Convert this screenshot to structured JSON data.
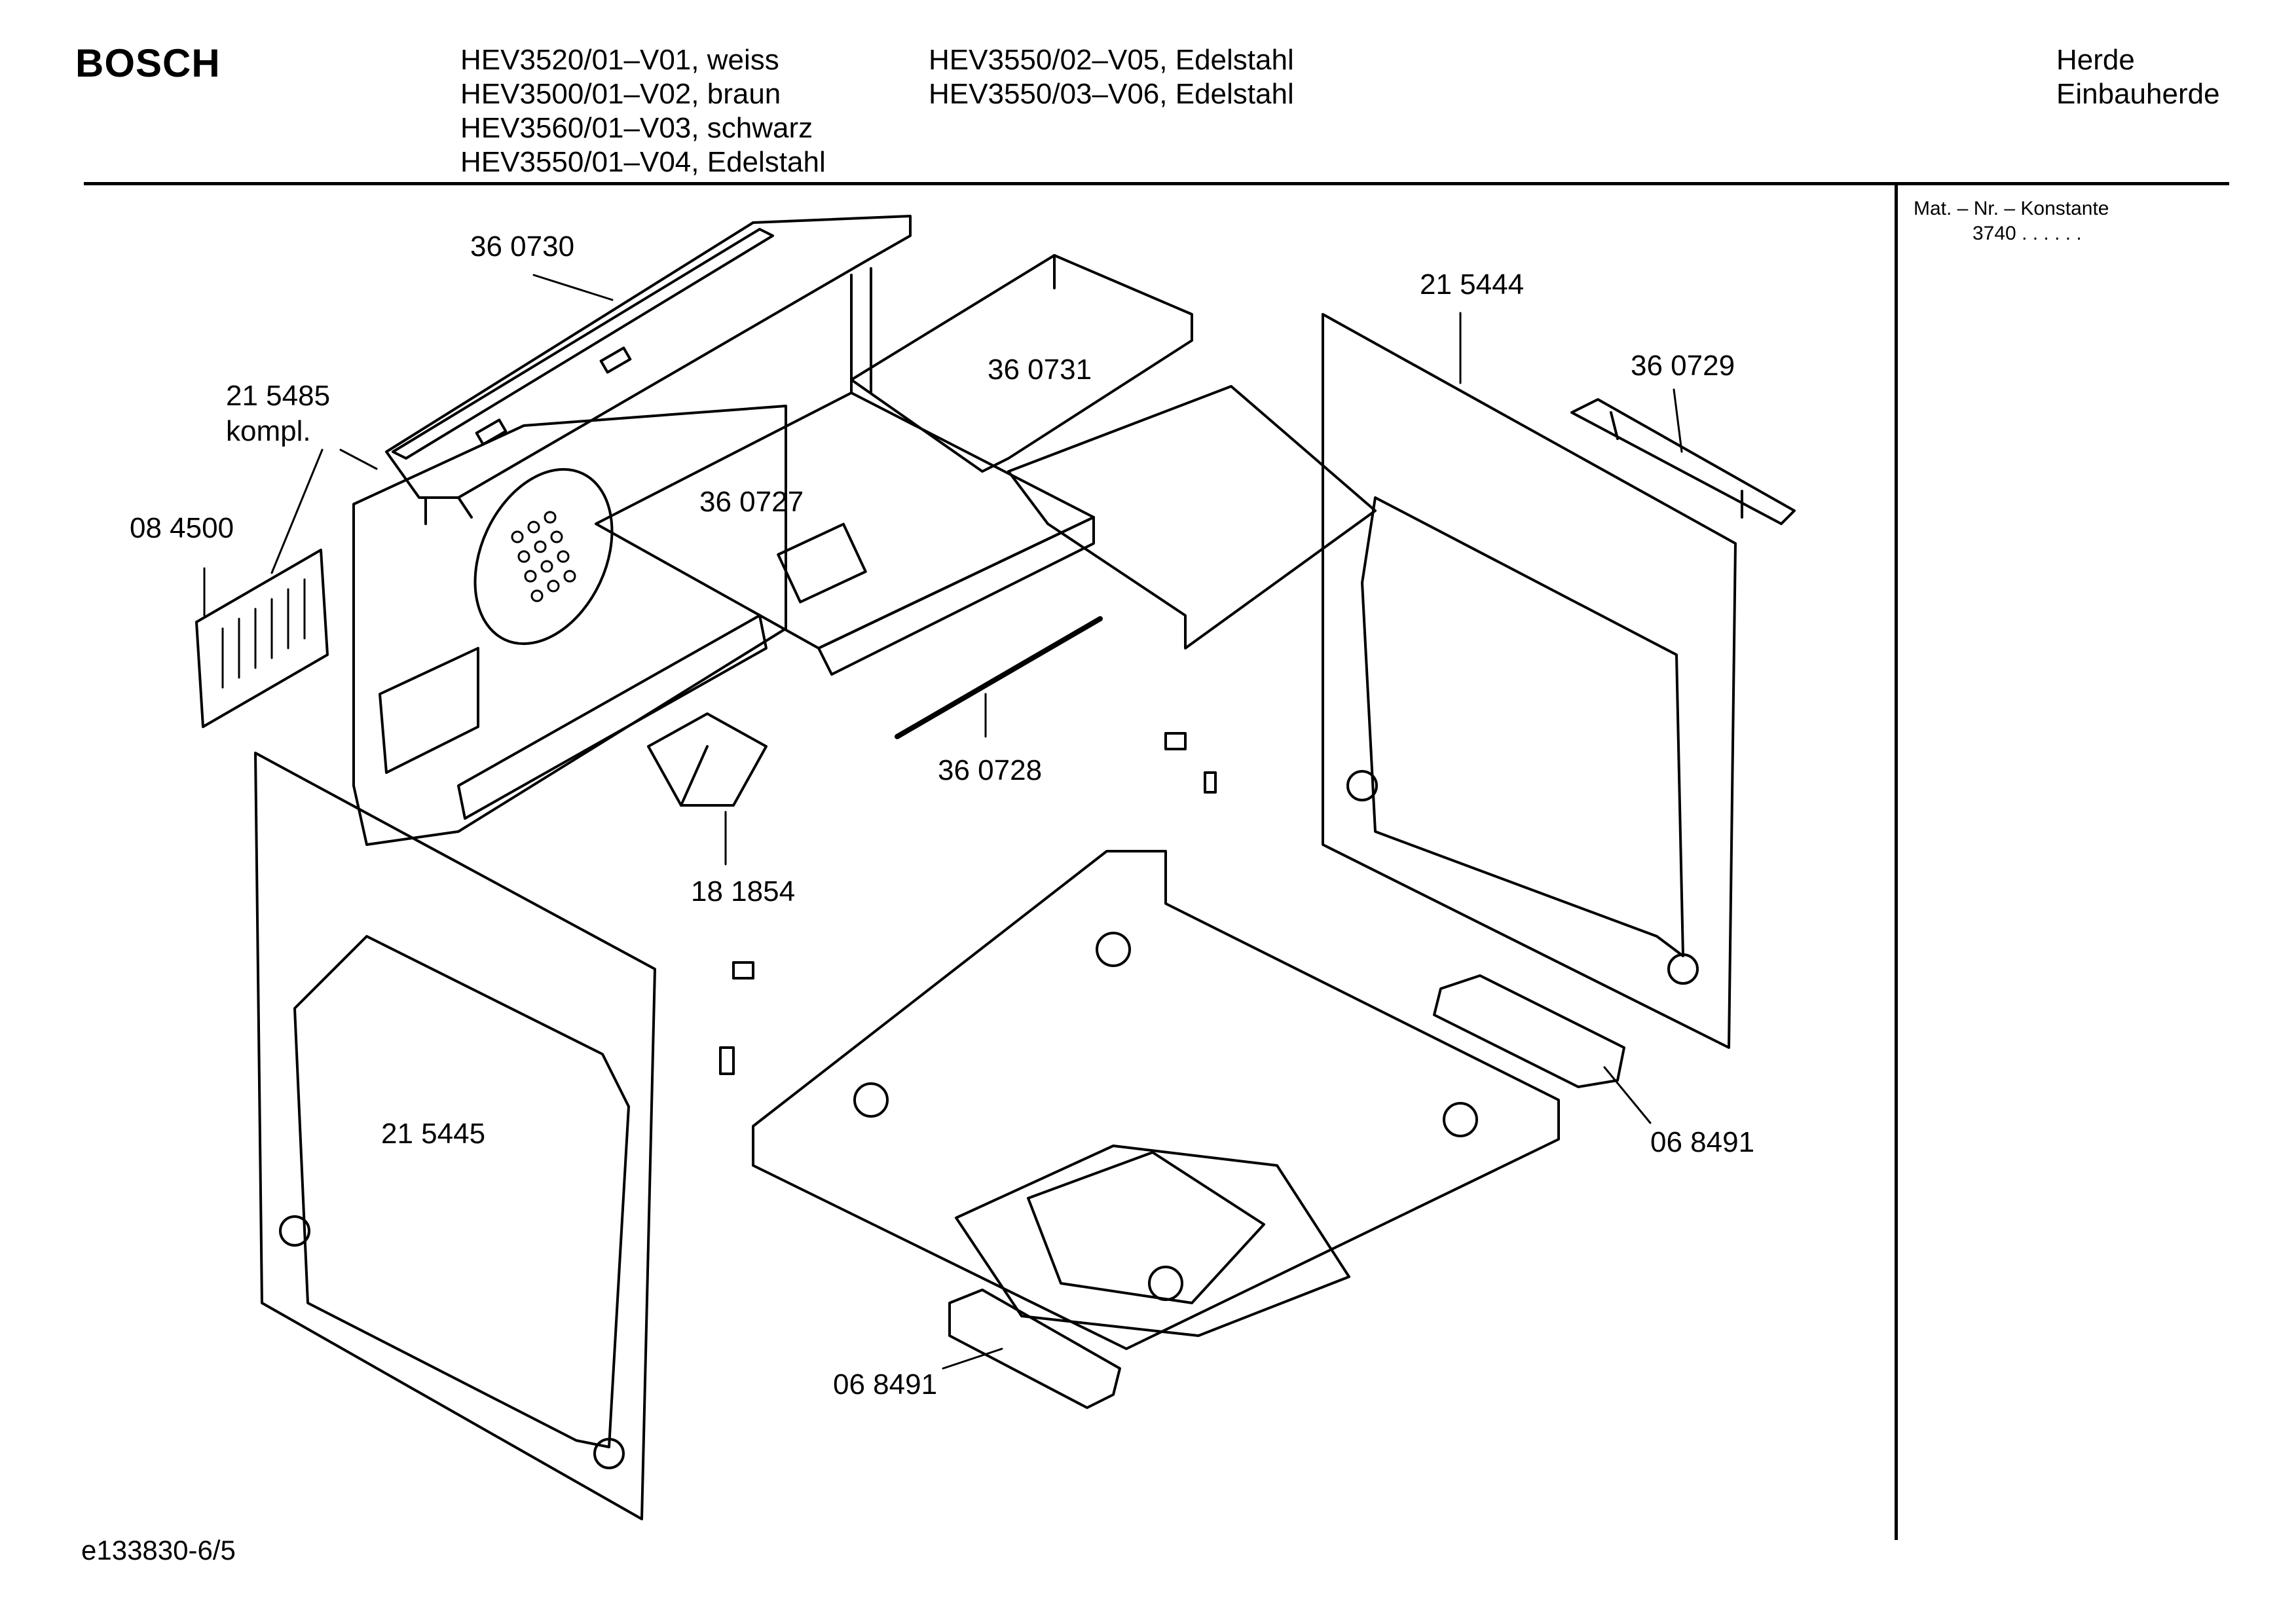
{
  "header": {
    "brand": "BOSCH",
    "models_left": [
      "HEV3520/01–V01, weiss",
      "HEV3500/01–V02, braun",
      "HEV3560/01–V03, schwarz",
      "HEV3550/01–V04, Edelstahl"
    ],
    "models_right": [
      "HEV3550/02–V05, Edelstahl",
      "HEV3550/03–V06, Edelstahl"
    ],
    "category": [
      "Herde",
      "Einbauherde"
    ]
  },
  "side_panel": {
    "label": "Mat. – Nr. – Konstante",
    "value": "3740 . . . . . ."
  },
  "parts": [
    {
      "id": "p360730",
      "label": "36 0730"
    },
    {
      "id": "p215485",
      "label": "21 5485",
      "label2": "kompl."
    },
    {
      "id": "p084500",
      "label": "08 4500"
    },
    {
      "id": "p360731",
      "label": "36 0731"
    },
    {
      "id": "p360727",
      "label": "36 0727"
    },
    {
      "id": "p215444",
      "label": "21 5444"
    },
    {
      "id": "p360729",
      "label": "36 0729"
    },
    {
      "id": "p360728",
      "label": "36 0728"
    },
    {
      "id": "p181854",
      "label": "18 1854"
    },
    {
      "id": "p215445",
      "label": "21 5445"
    },
    {
      "id": "p068491a",
      "label": "06 8491"
    },
    {
      "id": "p068491b",
      "label": "06 8491"
    }
  ],
  "footer": {
    "code": "e133830-6/5"
  }
}
